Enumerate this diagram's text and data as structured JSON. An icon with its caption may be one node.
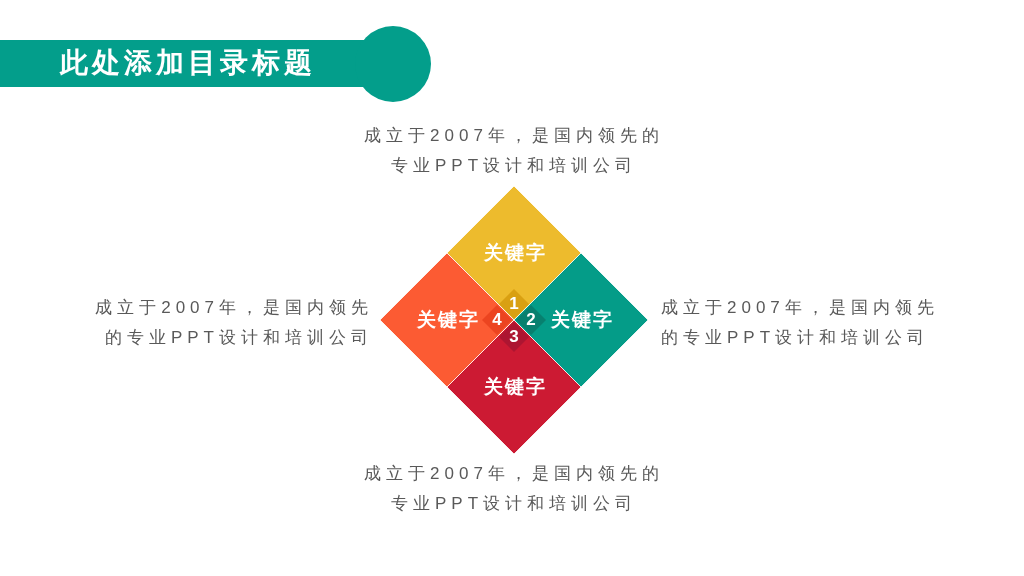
{
  "diagram": {
    "title": "此处添加目录标题",
    "nodes": [
      {
        "text": [
          "关键字"
        ],
        "beside": [
          "成立于2007年，是国内领先的专业PPT设计和培训公司"
        ]
      },
      {
        "text": [
          "1"
        ],
        "in": 0
      },
      {
        "text": [
          "关键字"
        ],
        "beside": [
          "成立于2007年，是国内领先的专业PPT设计和培训公司"
        ]
      },
      {
        "text": [
          "2"
        ],
        "in": 2
      },
      {
        "text": [
          "关键字"
        ],
        "beside": [
          "成立于2007年，是国内领先的专业PPT设计和培训公司"
        ]
      },
      {
        "text": [
          "3"
        ],
        "in": 4
      },
      {
        "text": [
          "关键字"
        ],
        "beside": [
          "成立于2007年，是国内领先的专业PPT设计和培训公司"
        ]
      },
      {
        "text": [
          "4"
        ],
        "in": 6
      }
    ]
  }
}
